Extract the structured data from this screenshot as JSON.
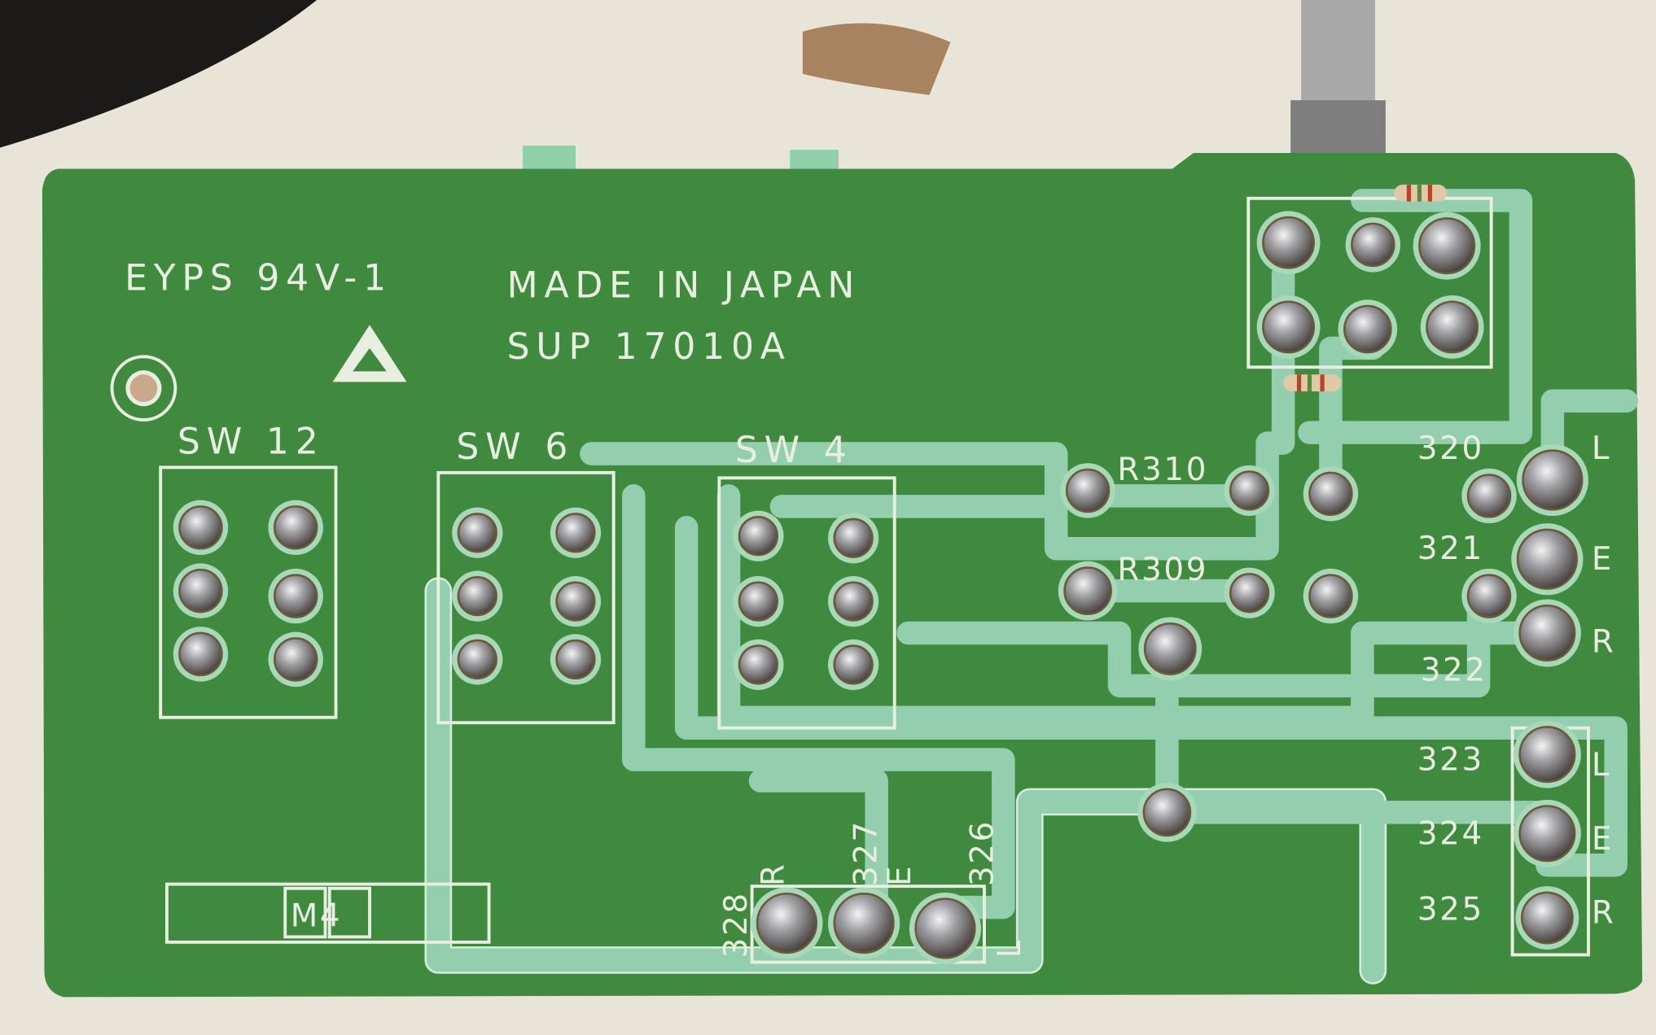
{
  "board": {
    "marking_left": "EYPS 94V-1",
    "marking_origin": "MADE IN JAPAN",
    "part_number": "SUP 17010A",
    "logo_mark": "A",
    "module_code": "M4",
    "switch_labels": [
      "SW 12",
      "SW 6",
      "SW 4"
    ],
    "resistor_labels": [
      "R310",
      "R309"
    ],
    "terminal_numbers_right": [
      "320",
      "321",
      "322",
      "323",
      "324",
      "325"
    ],
    "channel_letters_right": [
      "L",
      "E",
      "R",
      "L",
      "E",
      "R"
    ],
    "terminal_numbers_bottom": [
      "328",
      "327",
      "326"
    ],
    "channel_letters_bottom": [
      "R",
      "E",
      "L"
    ]
  },
  "colors": {
    "solder_mask": "#3f8a3f",
    "copper_trace": "#93cfae",
    "silkscreen": "#e8efe0",
    "towel": "#e9e4d8"
  }
}
